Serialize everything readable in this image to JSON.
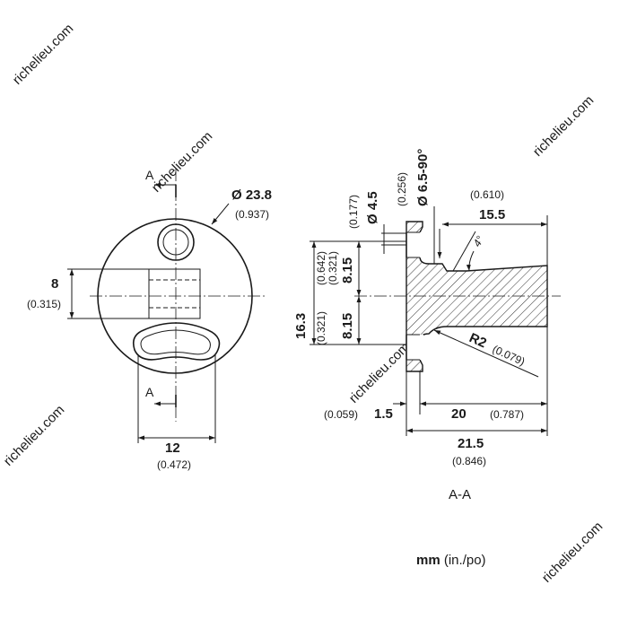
{
  "watermark": "richelieu.com",
  "front_view": {
    "section_mark_top": "A",
    "section_mark_bottom": "A",
    "diameter_mm": "Ø 23.8",
    "diameter_in": "(0.937)",
    "slot_height_mm": "8",
    "slot_height_in": "(0.315)",
    "width_mm": "12",
    "width_in": "(0.472)"
  },
  "section_view": {
    "title": "A-A",
    "hole_diam_mm": "Ø 4.5",
    "hole_diam_in": "(0.177)",
    "countersink_mm": "Ø 6.5-90°",
    "countersink_in": "(0.256)",
    "total_height_mm": "16.3",
    "total_height_in": "(0.642)",
    "half_height_upper_mm": "8.15",
    "half_height_upper_in": "(0.321)",
    "half_height_lower_mm": "8.15",
    "half_height_lower_in": "(0.321)",
    "shaft_length_mm": "15.5",
    "shaft_length_in": "(0.610)",
    "taper_angle": "4°",
    "radius_mm": "R2",
    "radius_in": "(0.079)",
    "flange_thickness_mm": "1.5",
    "flange_thickness_in": "(0.059)",
    "body_length_mm": "20",
    "body_length_in": "(0.787)",
    "overall_length_mm": "21.5",
    "overall_length_in": "(0.846)"
  },
  "units": {
    "primary": "mm",
    "secondary": "(in./po)"
  }
}
